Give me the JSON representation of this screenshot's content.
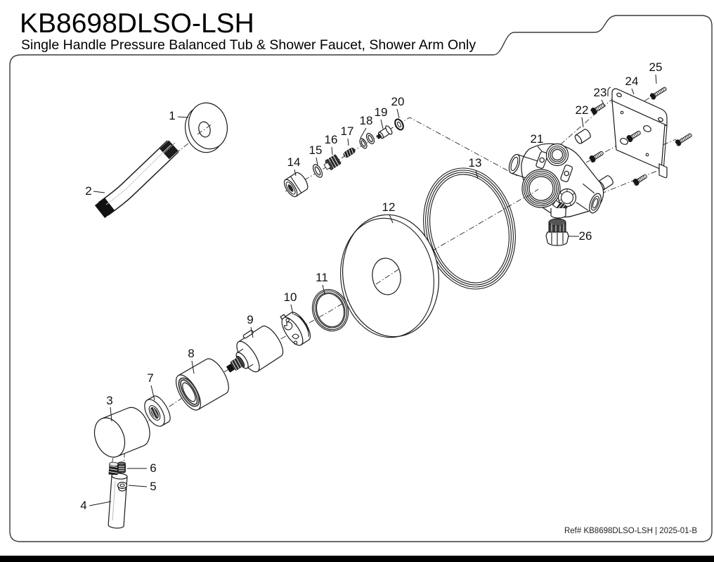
{
  "header": {
    "title": "KB8698DLSO-LSH",
    "subtitle": "Single Handle Pressure Balanced Tub & Shower Faucet, Shower Arm Only"
  },
  "footer": {
    "ref_text": "Ref# KB8698DLSO-LSH | 2025-01-B"
  },
  "diagram": {
    "type": "exploded-parts-diagram",
    "part_labels": [
      "1",
      "2",
      "3",
      "4",
      "5",
      "6",
      "7",
      "8",
      "9",
      "10",
      "11",
      "12",
      "13",
      "14",
      "15",
      "16",
      "17",
      "18",
      "19",
      "20",
      "21",
      "22",
      "23",
      "24",
      "25",
      "26"
    ],
    "colors": {
      "line": "#1a1a1a",
      "background": "#ffffff",
      "bottom_bar": "#000000"
    }
  }
}
